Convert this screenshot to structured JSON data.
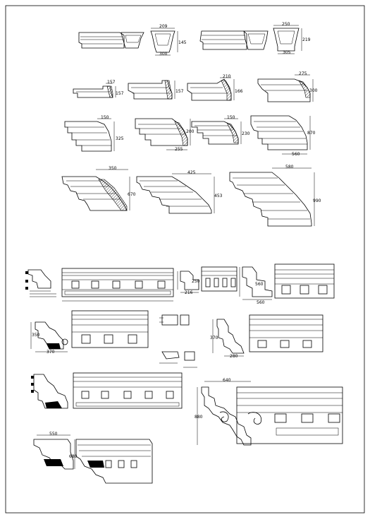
{
  "sheet": {
    "border_color": "#000000",
    "background": "#ffffff"
  },
  "labels": {
    "row1_d1_w": "209",
    "row1_d1_h": "145",
    "row1_d1_b": "300",
    "row1_d2_w": "250",
    "row1_d2_h": "219",
    "row1_d2_b": "305",
    "row2_p1": "157",
    "row2_p2": "157",
    "row2_p3": "166",
    "row2_p3w": "210",
    "row2_p4": "300",
    "row2_p4w": "275",
    "row3_p1w": "150",
    "row3_p1h": "325",
    "row3_p2": "200",
    "row3_p2b": "255",
    "row3_p3w": "150",
    "row3_p3h": "230",
    "row3_p4h": "870",
    "row3_p4b": "560",
    "row4_p1w": "350",
    "row4_p1h": "670",
    "row4_p2w": "425",
    "row4_p2h": "453",
    "row4_p3w": "580",
    "row4_p3h": "990",
    "d2_h": "250",
    "d2_b": "216",
    "d3_h": "560",
    "d3_b": "560",
    "e1_h": "350",
    "e1_b": "370",
    "e3_h": "370",
    "e3_b": "280",
    "f2_w": "640",
    "f2_h": "880",
    "g1_w": "550",
    "g1_h": "680"
  }
}
